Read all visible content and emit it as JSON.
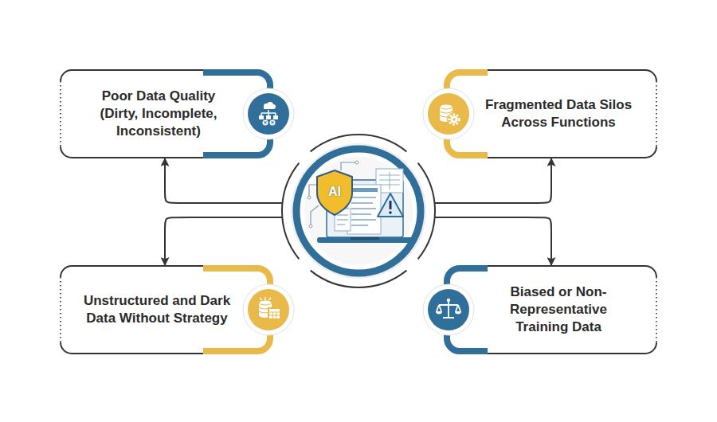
{
  "diagram": {
    "nodes": [
      {
        "text": [
          "Poor Data Quality (Dirty, Incomplete, Inconsistent)"
        ]
      },
      {
        "text": [
          "Fragmented Data Silos Across Functions"
        ]
      },
      {
        "text": [
          "AI"
        ]
      },
      {
        "text": [
          "Unstructured and Dark Data Without Strategy"
        ]
      },
      {
        "text": [
          "Biased or Non-Representative Training Data"
        ]
      }
    ],
    "edges": [
      {
        "from": 2,
        "to": 0,
        "arrow": "to"
      },
      {
        "from": 2,
        "to": 1,
        "arrow": "to"
      },
      {
        "from": 2,
        "to": 3,
        "arrow": "to"
      },
      {
        "from": 2,
        "to": 4,
        "arrow": "to"
      }
    ]
  }
}
